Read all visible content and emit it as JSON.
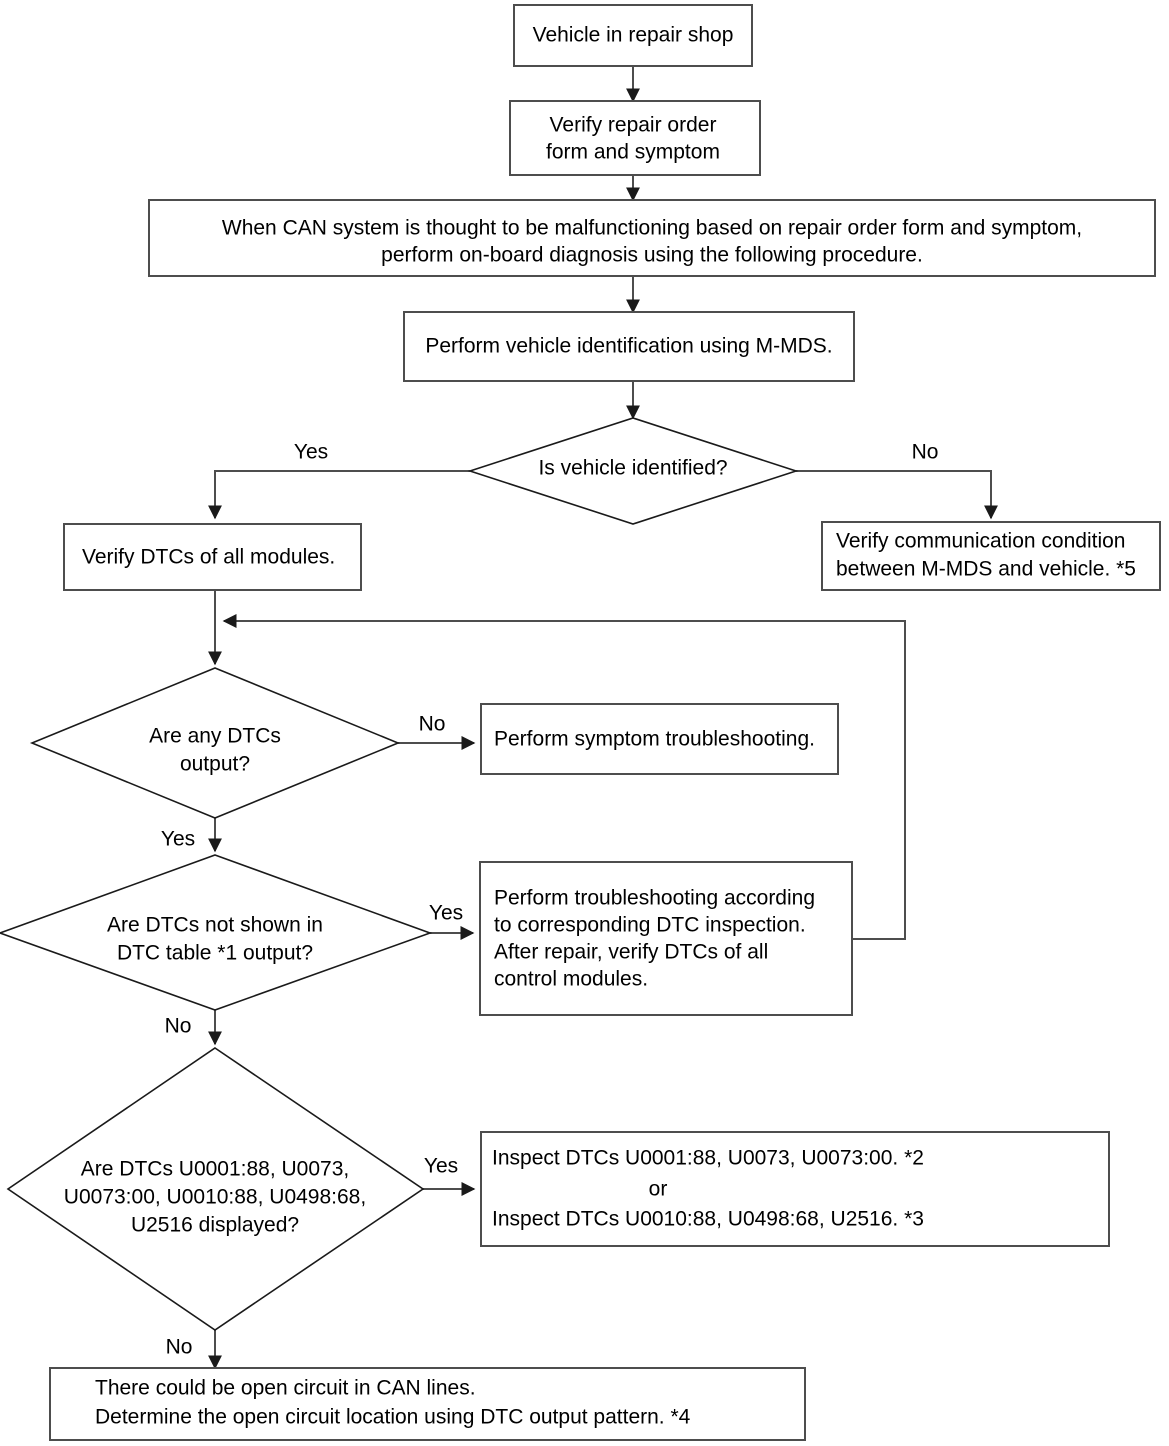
{
  "diagram": {
    "title": "CAN system on-board diagnosis flowchart",
    "colors": {
      "background": "#ffffff",
      "box_stroke": "#4d4d4d",
      "diamond_stroke": "#1a1a1a",
      "connector": "#4d4d4d",
      "text": "#000000"
    },
    "nodes": {
      "start": {
        "type": "process",
        "lines": [
          "Vehicle in repair shop"
        ]
      },
      "verify_repair_order": {
        "type": "process",
        "lines": [
          "Verify repair order",
          "form and symptom"
        ]
      },
      "can_malfunction_note": {
        "type": "process",
        "lines": [
          "When CAN system is thought to be malfunctioning based on repair order form and symptom,",
          "perform on-board diagnosis using the following procedure."
        ]
      },
      "vehicle_identification": {
        "type": "process",
        "lines": [
          "Perform vehicle identification using M-MDS."
        ]
      },
      "is_vehicle_identified": {
        "type": "decision",
        "lines": [
          "Is vehicle identified?"
        ]
      },
      "verify_dtcs_all_modules": {
        "type": "process",
        "lines": [
          "Verify DTCs of all modules."
        ]
      },
      "verify_communication": {
        "type": "process",
        "lines": [
          "Verify communication condition",
          "between M-MDS and vehicle. *5"
        ]
      },
      "any_dtcs_output": {
        "type": "decision",
        "lines": [
          "Are any DTCs",
          "output?"
        ]
      },
      "perform_symptom_troubleshooting": {
        "type": "process",
        "lines": [
          "Perform symptom troubleshooting."
        ]
      },
      "dtcs_not_in_table": {
        "type": "decision",
        "lines": [
          "Are DTCs not shown in",
          "DTC table *1 output?"
        ]
      },
      "perform_troubleshooting_dtc": {
        "type": "process",
        "lines": [
          "Perform troubleshooting according",
          "to corresponding DTC inspection.",
          "After repair, verify DTCs of all",
          "control modules."
        ]
      },
      "specific_dtcs_displayed": {
        "type": "decision",
        "lines": [
          "Are DTCs U0001:88, U0073,",
          "U0073:00, U0010:88, U0498:68,",
          "U2516 displayed?"
        ]
      },
      "inspect_dtcs": {
        "type": "process",
        "lines": [
          "Inspect DTCs U0001:88, U0073, U0073:00.  *2",
          "or",
          "Inspect DTCs U0010:88, U0498:68, U2516.  *3"
        ]
      },
      "open_circuit_conclusion": {
        "type": "process",
        "lines": [
          "There could be open circuit in CAN lines.",
          "Determine the open circuit location using DTC output pattern.   *4"
        ]
      }
    },
    "edge_labels": {
      "identified_yes": "Yes",
      "identified_no": "No",
      "any_dtcs_no": "No",
      "any_dtcs_yes": "Yes",
      "not_in_table_yes": "Yes",
      "not_in_table_no": "No",
      "specific_dtcs_yes": "Yes",
      "specific_dtcs_no": "No"
    }
  }
}
